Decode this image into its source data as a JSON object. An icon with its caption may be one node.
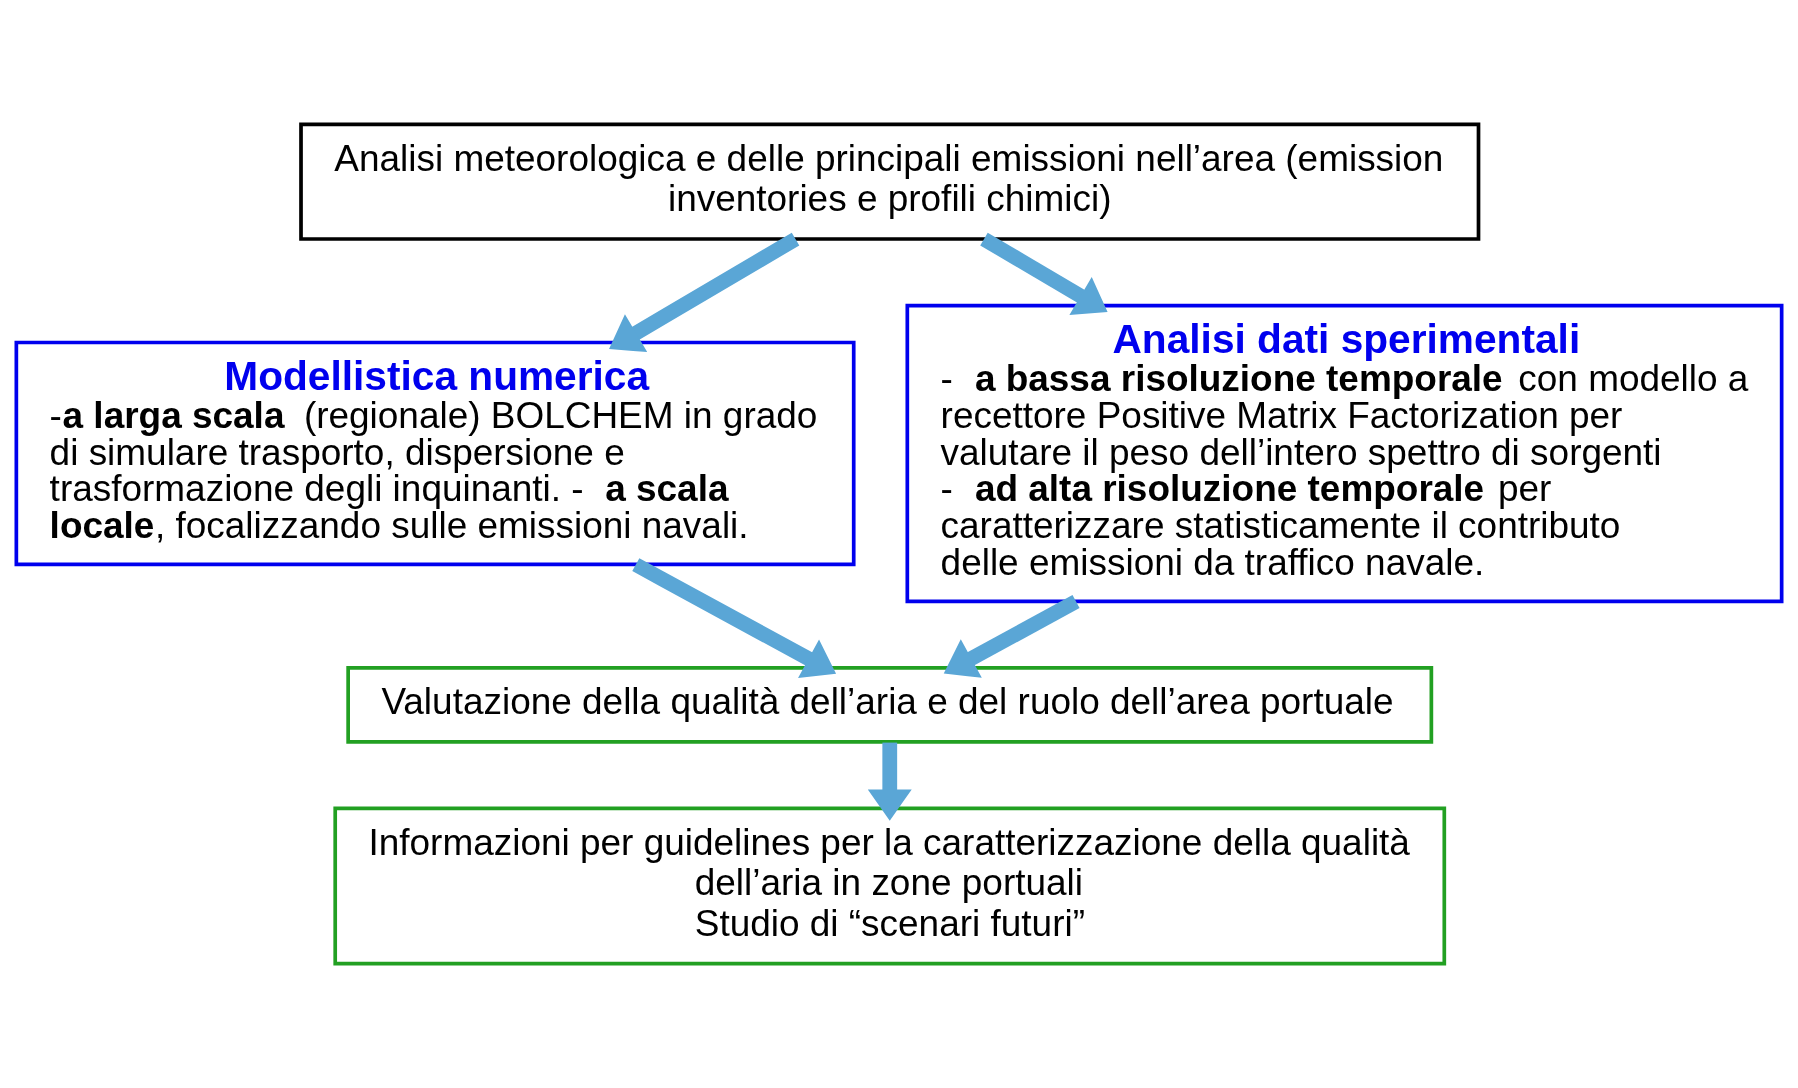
{
  "diagram": {
    "nodes": [
      {
        "text": [
          "Analisi meteorologica e delle principali emissioni nell’area (emission inventories e profili chimici)"
        ]
      },
      {
        "text": [
          "Modellistica numerica",
          "-**a larga scala** (regionale) BOLCHEM in grado di simulare trasporto, dispersione e trasformazione degli inquinanti. - **a scala locale**, focalizzando sulle emissioni navali."
        ]
      },
      {
        "text": [
          "Analisi dati sperimentali",
          "- **a bassa risoluzione temporale** con modello a recettore Positive Matrix Factorization per valutare il peso dell’intero spettro di sorgenti - **ad alta risoluzione temporale** per caratterizzare statisticamente il contributo delle emissioni da traffico navale."
        ]
      },
      {
        "text": [
          "Valutazione della qualità dell’aria e del ruolo dell’area portuale"
        ]
      },
      {
        "text": [
          "Informazioni per guidelines per la caratterizzazione della qualità dell’aria in zone portuali",
          "Studio di “scenari futuri”"
        ]
      }
    ],
    "edges": [
      {
        "from": 0,
        "to": 1,
        "arrow": "to"
      },
      {
        "from": 0,
        "to": 2,
        "arrow": "to"
      },
      {
        "from": 1,
        "to": 3,
        "arrow": "to"
      },
      {
        "from": 2,
        "to": 3,
        "arrow": "to"
      },
      {
        "from": 3,
        "to": 4,
        "arrow": "to"
      }
    ]
  }
}
